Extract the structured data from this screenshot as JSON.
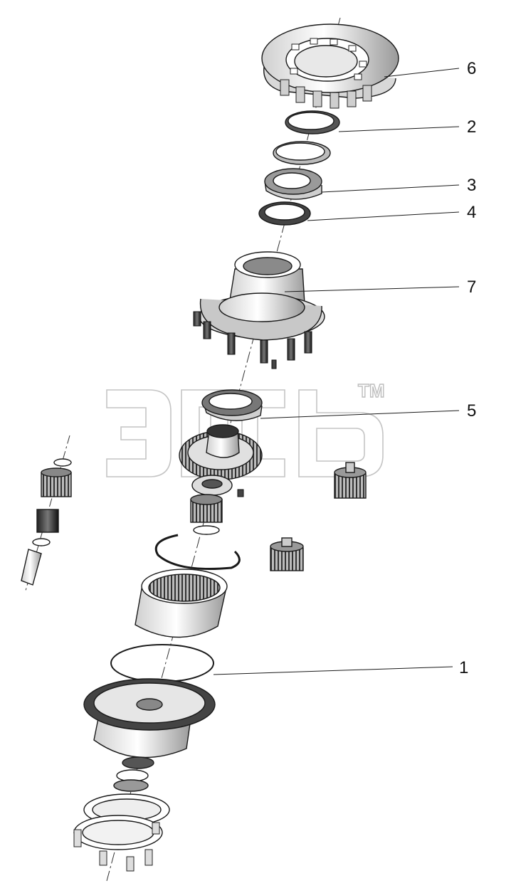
{
  "diagram": {
    "callouts": [
      {
        "id": "6",
        "label": "6"
      },
      {
        "id": "2",
        "label": "2"
      },
      {
        "id": "3",
        "label": "3"
      },
      {
        "id": "4",
        "label": "4"
      },
      {
        "id": "7",
        "label": "7"
      },
      {
        "id": "5",
        "label": "5"
      },
      {
        "id": "1",
        "label": "1"
      }
    ],
    "watermark": {
      "mark": "TM"
    }
  }
}
